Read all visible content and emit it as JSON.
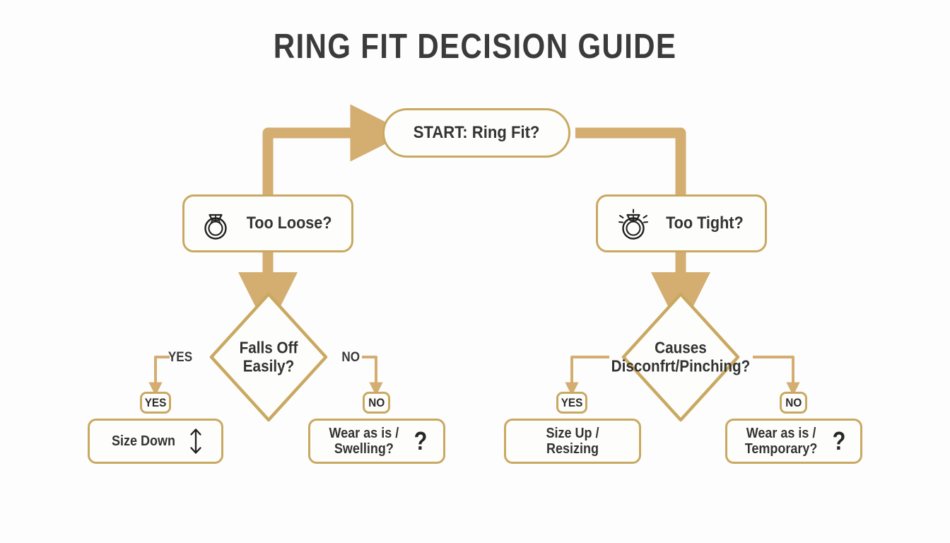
{
  "page": {
    "title": "RING FIT DECISION GUIDE",
    "background_color": "#fdfdfd",
    "accent_color": "#c9a961",
    "connector_color": "#d4ad71",
    "text_color": "#333333"
  },
  "flowchart": {
    "start": {
      "label": "START: Ring Fit?"
    },
    "branches": [
      {
        "question_label": "Too Loose?",
        "question_icon": "ring-icon",
        "decision_line1": "Falls Off",
        "decision_line2": "Easily?",
        "yes_edge_text": "YES",
        "no_edge_text": "NO",
        "yes_badge": "YES",
        "no_badge": "NO",
        "yes_result_line1": "Size Down",
        "yes_result_line2": "",
        "yes_result_icon": "up-down-arrow-icon",
        "no_result_line1": "Wear as is /",
        "no_result_line2": "Swelling?",
        "no_result_icon": "question-mark-icon"
      },
      {
        "question_label": "Too Tight?",
        "question_icon": "sparkling-ring-icon",
        "decision_line1": "Causes",
        "decision_line2": "Disconfrt/Pinching?",
        "yes_edge_text": "",
        "no_edge_text": "",
        "yes_badge": "YES",
        "no_badge": "NO",
        "yes_result_line1": "Size Up / Resizing",
        "yes_result_line2": "",
        "yes_result_icon": "",
        "no_result_line1": "Wear as is /",
        "no_result_line2": "Temporary?",
        "no_result_icon": "question-mark-icon"
      }
    ]
  }
}
